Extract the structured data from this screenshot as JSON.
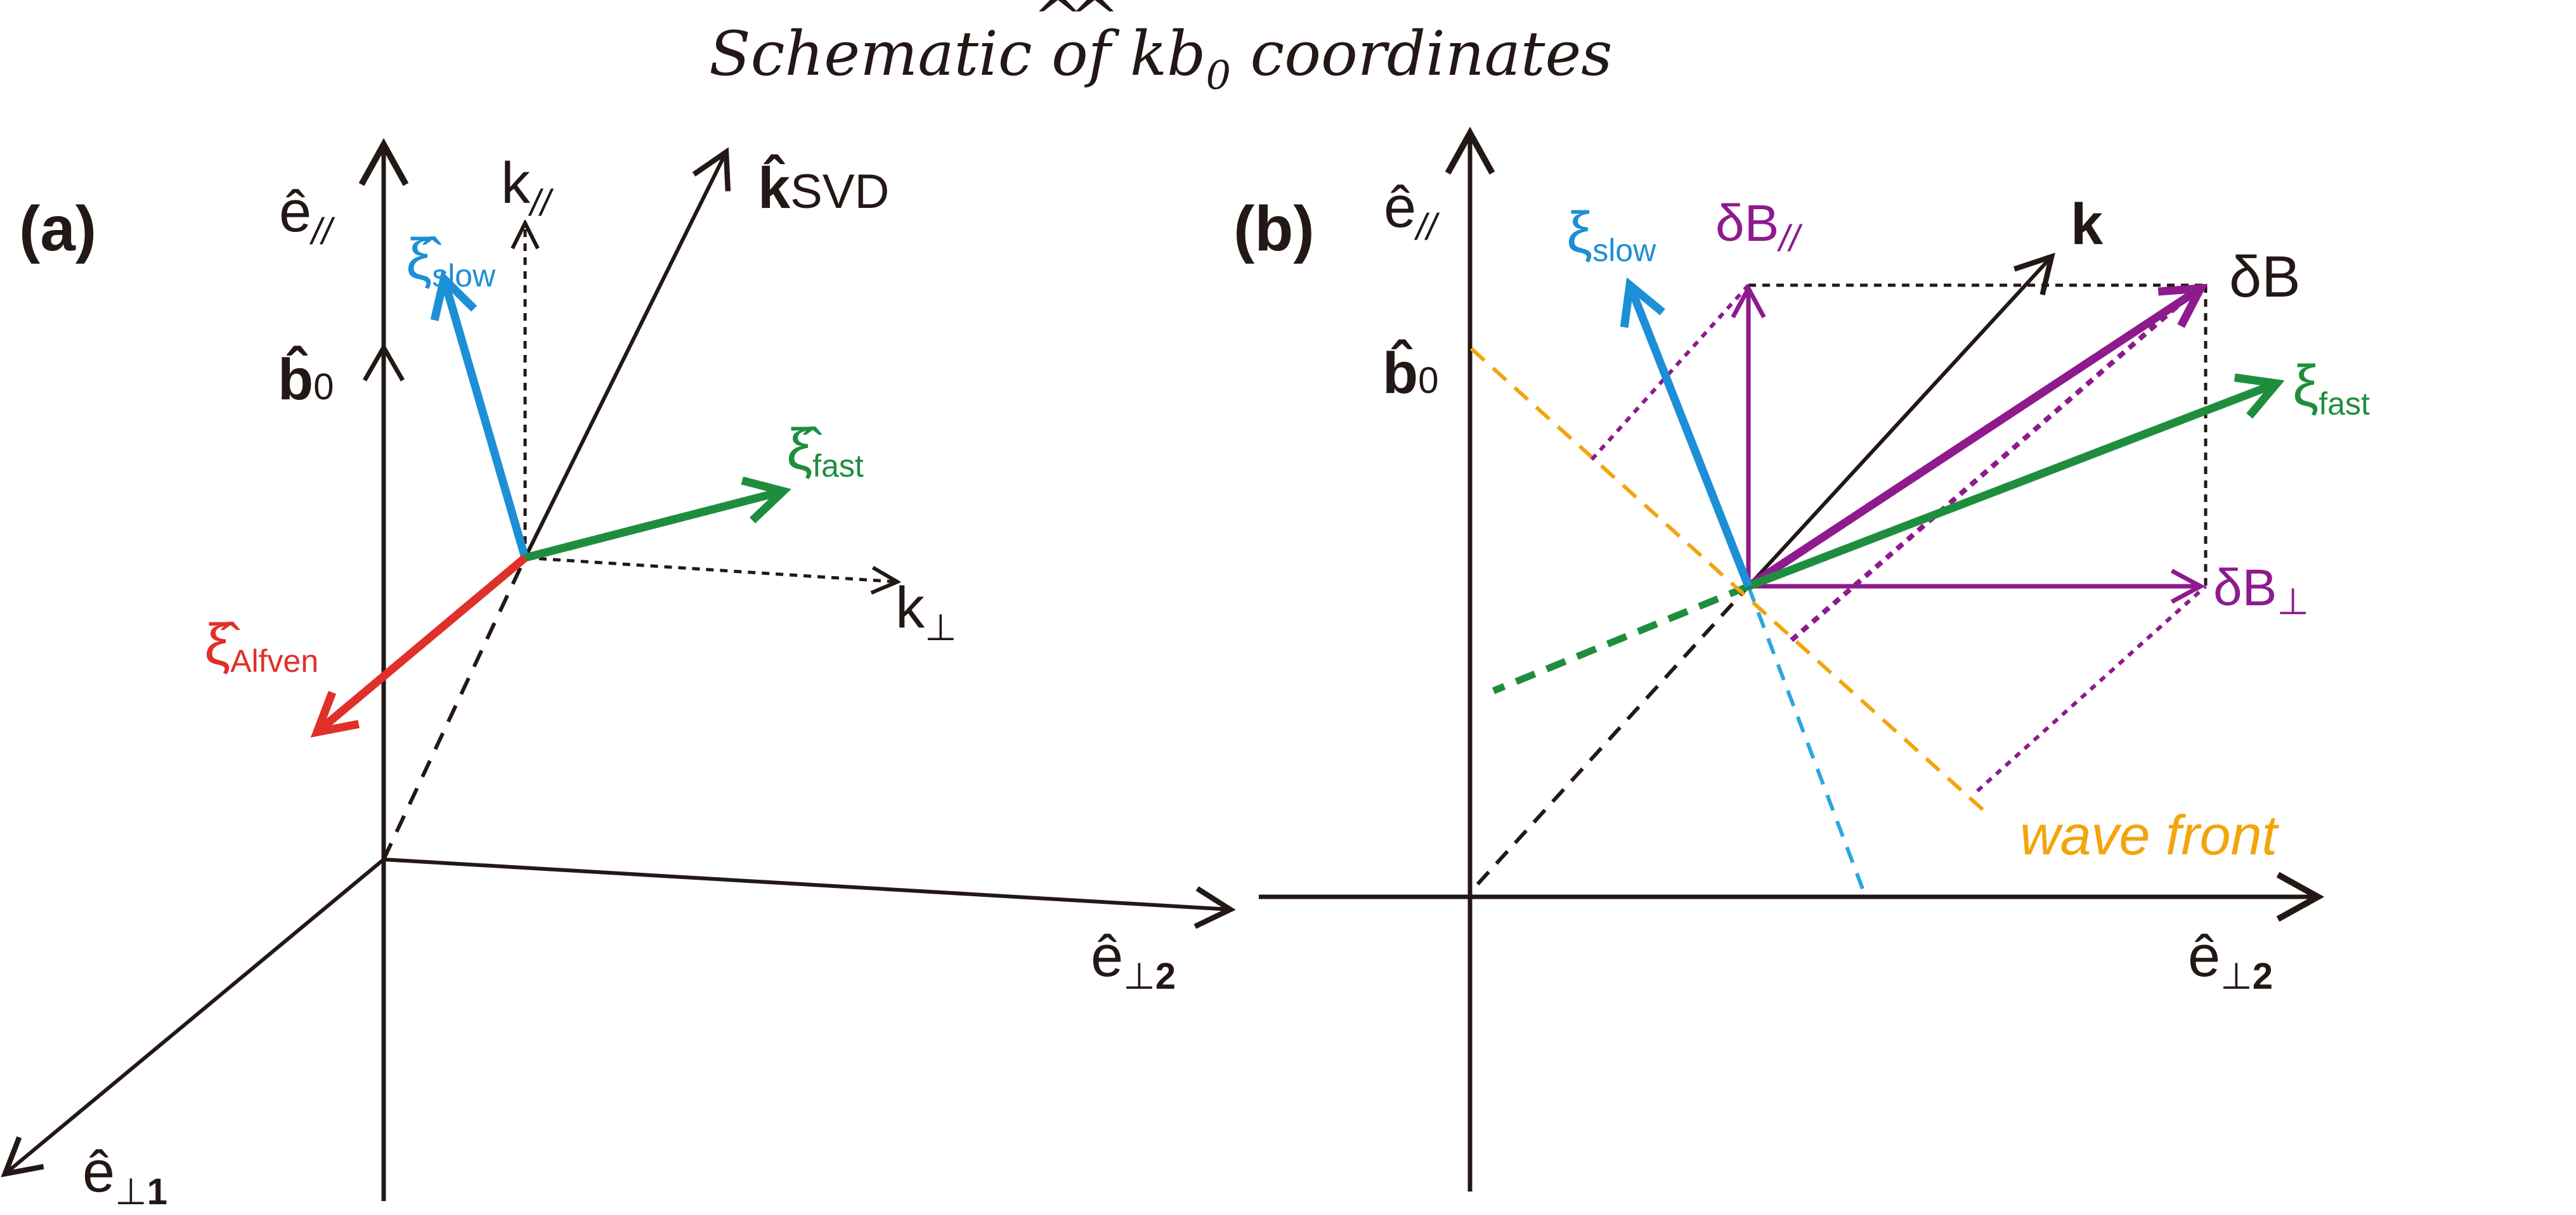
{
  "title": "Schematic of k̂b̂₀ coordinates",
  "title_parts": {
    "prefix": "Schematic of ",
    "k": "k",
    "b": "b",
    "sub0": "0",
    "suffix": " coordinates",
    "hat": "^"
  },
  "colors": {
    "axis": "#231815",
    "slow": "#1d8fd6",
    "fast": "#1e8e3e",
    "alfven": "#e0302a",
    "dB": "#8e1a8e",
    "wavefront": "#f2a50c",
    "slow_dash": "#29a7df"
  },
  "panel_a": {
    "label": "(a)",
    "e_par": {
      "sym": "ê",
      "sub": "//"
    },
    "b0": {
      "sym": "b̂",
      "sub": "0"
    },
    "k_par": {
      "sym": "k",
      "sub": "//"
    },
    "k_svd": {
      "sym": "k̂",
      "sub": "SVD"
    },
    "xi_slow": {
      "sym": "ξ̂",
      "sub": "slow"
    },
    "xi_fast": {
      "sym": "ξ̂",
      "sub": "fast"
    },
    "xi_alfven": {
      "sym": "ξ̂",
      "sub": "Alfven"
    },
    "k_perp": {
      "sym": "k",
      "sub": "⊥"
    },
    "e_perp2": {
      "sym": "ê",
      "sub": "⊥",
      "idx": "2"
    },
    "e_perp1": {
      "sym": "ê",
      "sub": "⊥",
      "idx": "1"
    }
  },
  "panel_b": {
    "label": "(b)",
    "e_par": {
      "sym": "ê",
      "sub": "//"
    },
    "b0": {
      "sym": "b̂",
      "sub": "0"
    },
    "xi_slow": {
      "sym": "ξ",
      "sub": "slow"
    },
    "dB_par": {
      "sym": "δB",
      "sub": "//"
    },
    "k": {
      "sym": "k"
    },
    "dB": {
      "sym": "δB"
    },
    "xi_fast": {
      "sym": "ξ",
      "sub": "fast"
    },
    "dB_perp": {
      "sym": "δB",
      "sub": "⊥"
    },
    "wave_front": "wave front",
    "e_perp2": {
      "sym": "ê",
      "sub": "⊥",
      "idx": "2"
    }
  }
}
